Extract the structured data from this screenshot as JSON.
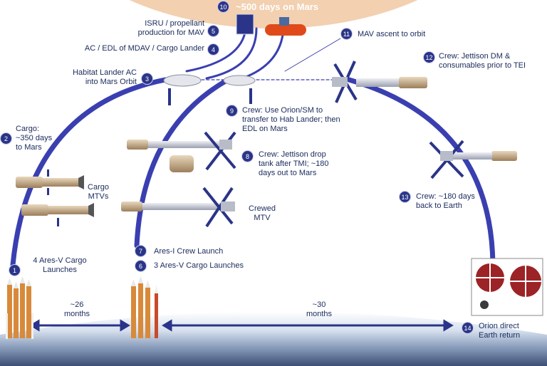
{
  "colors": {
    "arc": "#3a3fb0",
    "arc_light": "#8c8fe0",
    "badge": "#2a3488",
    "text": "#1a2b5c",
    "mars": "#c8703a",
    "earth_sky": "#9fb2cf",
    "parachute": "#9c2326"
  },
  "steps": [
    {
      "num": "1",
      "text": "4 Ares-V Cargo\nLaunches"
    },
    {
      "num": "2",
      "text": "Cargo:\n~350 days\nto Mars"
    },
    {
      "num": "3",
      "text": "Habitat Lander AC\ninto Mars Orbit"
    },
    {
      "num": "4",
      "text": "AC / EDL of MDAV / Cargo Lander"
    },
    {
      "num": "5",
      "text": "ISRU / propellant\nproduction for MAV"
    },
    {
      "num": "6",
      "text": "3 Ares-V Cargo Launches"
    },
    {
      "num": "7",
      "text": "Ares-I Crew Launch"
    },
    {
      "num": "8",
      "text": "Crew: Jettison drop\ntank after TMI; ~180\ndays out to Mars"
    },
    {
      "num": "9",
      "text": "Crew: Use Orion/SM to\ntransfer to Hab Lander; then\nEDL on Mars"
    },
    {
      "num": "10",
      "text": "~500 days on Mars"
    },
    {
      "num": "11",
      "text": "MAV ascent to orbit"
    },
    {
      "num": "12",
      "text": "Crew: Jettison DM &\nconsumables prior to TEI"
    },
    {
      "num": "13",
      "text": "Crew: ~180 days\nback to Earth"
    },
    {
      "num": "14",
      "text": "Orion direct\nEarth return"
    }
  ],
  "labels": {
    "cargo_mtvs": "Cargo\nMTVs",
    "crewed_mtv": "Crewed\nMTV"
  },
  "gaps": {
    "left": "~26\nmonths",
    "right": "~30\nmonths"
  }
}
